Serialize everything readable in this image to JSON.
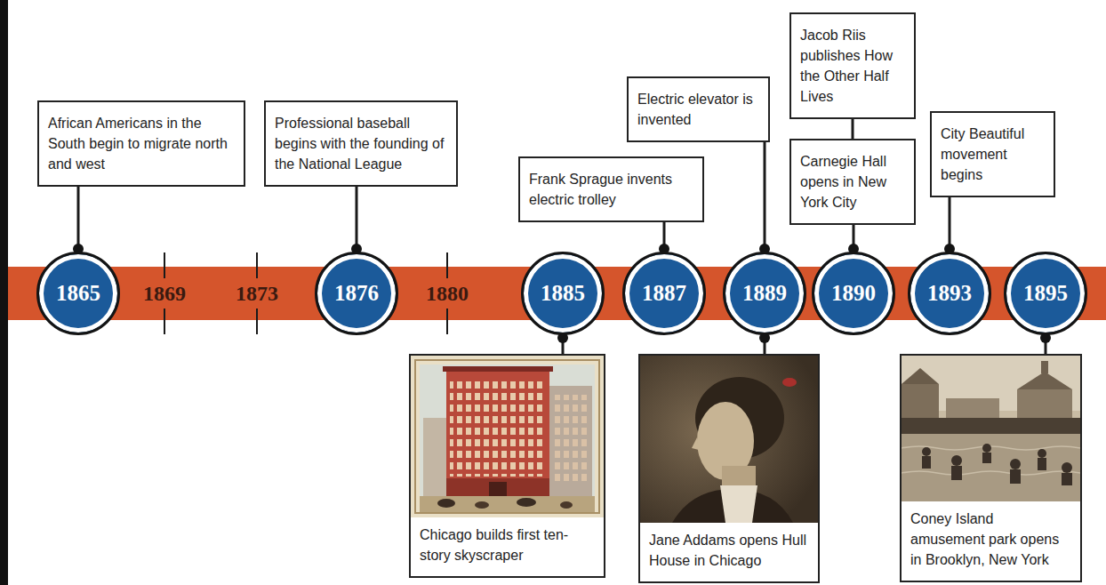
{
  "diagram": {
    "nodes": [
      {
        "text": [
          "African Americans in the South begin to migrate north and west"
        ]
      },
      {
        "text": [
          "1865"
        ]
      },
      {
        "text": [
          "Professional baseball begins with the founding of the National League"
        ]
      },
      {
        "text": [
          "1876"
        ]
      },
      {
        "text": [
          "Frank Sprague invents electric trolley"
        ]
      },
      {
        "text": [
          "1885"
        ]
      },
      {
        "text": [
          "Chicago builds first ten-story skyscraper"
        ]
      },
      {
        "text": [
          "1887"
        ]
      },
      {
        "text": [
          "Electric elevator is invented"
        ]
      },
      {
        "text": [
          "1889"
        ]
      },
      {
        "text": [
          "Jane Addams opens Hull House in Chicago"
        ]
      },
      {
        "text": [
          "Jacob Riis publishes How the Other Half Lives"
        ]
      },
      {
        "text": [
          "Carnegie Hall opens in New York City"
        ]
      },
      {
        "text": [
          "1890"
        ]
      },
      {
        "text": [
          "City Beautiful movement begins"
        ]
      },
      {
        "text": [
          "1893"
        ]
      },
      {
        "text": [
          "1895"
        ]
      },
      {
        "text": [
          "Coney Island amusement park opens in Brooklyn, New York"
        ]
      }
    ],
    "edges": [
      {
        "from": 0,
        "to": 1,
        "arrow": "none"
      },
      {
        "from": 2,
        "to": 3,
        "arrow": "none"
      },
      {
        "from": 4,
        "to": 7,
        "arrow": "none"
      },
      {
        "from": 6,
        "to": 5,
        "arrow": "none"
      },
      {
        "from": 8,
        "to": 9,
        "arrow": "none"
      },
      {
        "from": 10,
        "to": 9,
        "arrow": "none"
      },
      {
        "from": 11,
        "to": 12,
        "arrow": "none"
      },
      {
        "from": 12,
        "to": 13,
        "arrow": "none"
      },
      {
        "from": 14,
        "to": 15,
        "arrow": "none"
      },
      {
        "from": 17,
        "to": 16,
        "arrow": "none"
      }
    ],
    "labels": [
      "1869",
      "1873",
      "1880"
    ]
  }
}
